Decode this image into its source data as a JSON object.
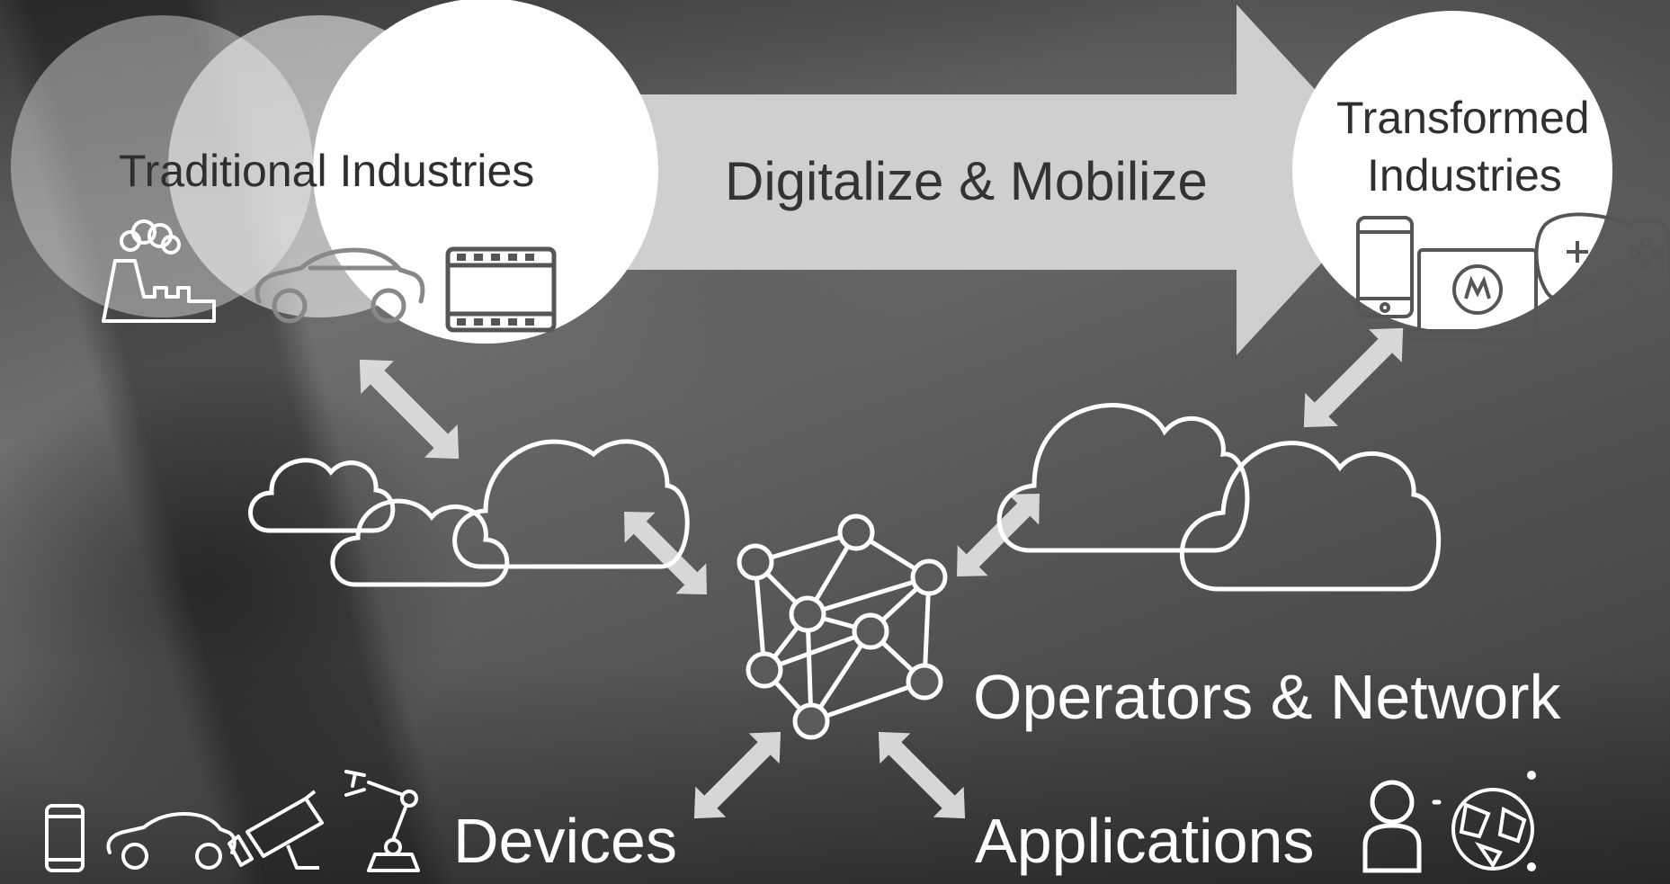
{
  "labels": {
    "traditional": "Traditional Industries",
    "digitalize": "Digitalize & Mobilize",
    "transformed_line1": "Transformed",
    "transformed_line2": "Industries",
    "operators": "Operators & Network",
    "devices": "Devices",
    "applications": "Applications"
  },
  "icons": {
    "traditional": [
      "factory-icon",
      "car-icon",
      "film-strip-icon"
    ],
    "transformed": [
      "smartphone-icon",
      "laptop-icon",
      "gamepad-icon"
    ],
    "devices": [
      "smartphone-icon",
      "car-icon",
      "security-camera-icon",
      "robot-arm-icon"
    ],
    "applications": [
      "person-icon",
      "globe-icon"
    ],
    "network": [
      "network-mesh-icon"
    ],
    "clouds": [
      "cloud-cluster-left-icon",
      "cloud-cluster-right-icon"
    ]
  },
  "colors": {
    "arrow": "#d6d6d6",
    "circle": "#ffffff",
    "dark_text": "#2f2f2f",
    "light_text": "#ffffff"
  }
}
